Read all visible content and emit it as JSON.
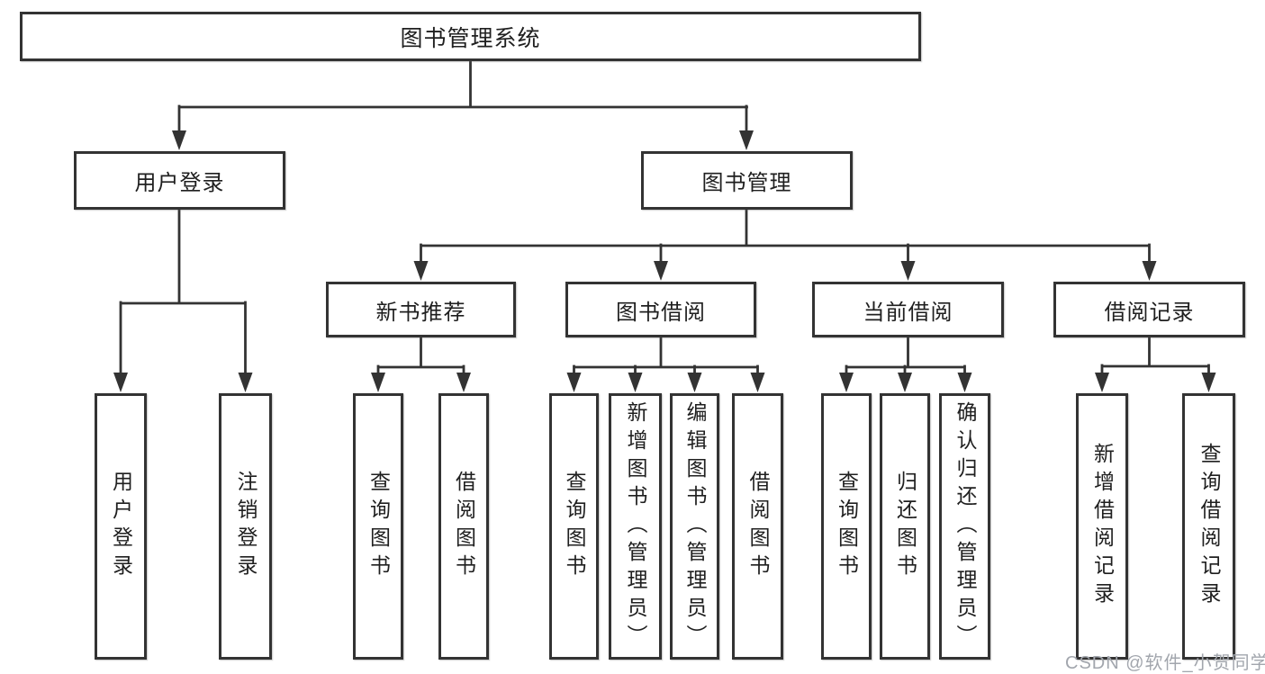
{
  "nodes": {
    "root": "图书管理系统",
    "l2": [
      "用户登录",
      "图书管理"
    ],
    "l3": [
      "新书推荐",
      "图书借阅",
      "当前借阅",
      "借阅记录"
    ],
    "leaves": [
      "用户登录",
      "注销登录",
      "查询图书",
      "借阅图书",
      "查询图书",
      "新增图书（管理员）",
      "编辑图书（管理员）",
      "借阅图书",
      "查询图书",
      "归还图书",
      "确认归还（管理员）",
      "新增借阅记录",
      "查询借阅记录"
    ]
  },
  "watermark": "CSDN @软件_小贺同学",
  "colors": {
    "line": "#333333",
    "box_border": "#333333",
    "text": "#1f1f1f",
    "watermark": "#a2a6ad",
    "background": "#ffffff"
  }
}
